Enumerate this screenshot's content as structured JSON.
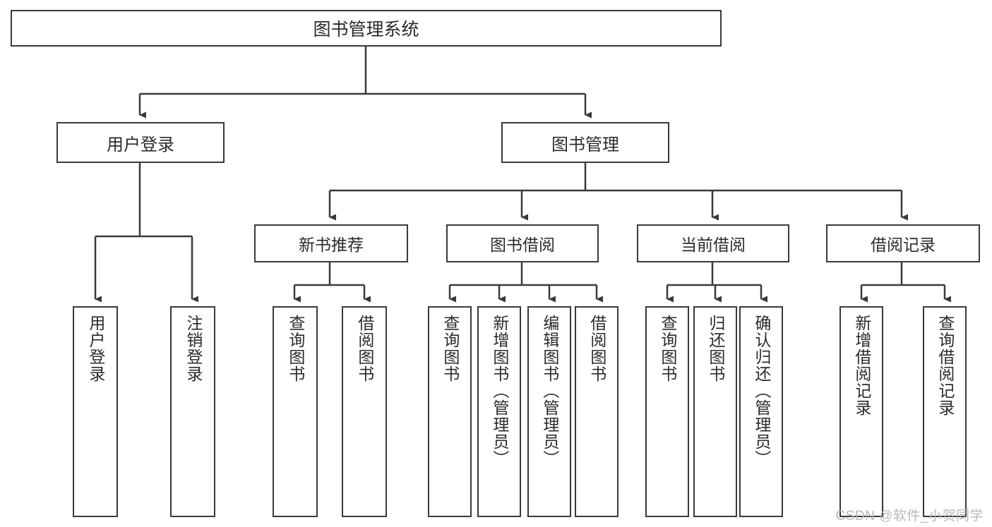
{
  "diagram": {
    "type": "tree",
    "title": "图书管理系统",
    "root": {
      "label": "图书管理系统"
    },
    "level1": [
      {
        "label": "用户登录"
      },
      {
        "label": "图书管理"
      }
    ],
    "level2": [
      {
        "label": "新书推荐"
      },
      {
        "label": "图书借阅"
      },
      {
        "label": "当前借阅"
      },
      {
        "label": "借阅记录"
      }
    ],
    "leaves": {
      "user_login": [
        {
          "label": "用户登录"
        },
        {
          "label": "注销登录"
        }
      ],
      "new_book_recommend": [
        {
          "label": "查询图书"
        },
        {
          "label": "借阅图书"
        }
      ],
      "book_borrow": [
        {
          "label": "查询图书"
        },
        {
          "label": "新增图书（管理员）"
        },
        {
          "label": "编辑图书（管理员）"
        },
        {
          "label": "借阅图书"
        }
      ],
      "current_borrow": [
        {
          "label": "查询图书"
        },
        {
          "label": "归还图书"
        },
        {
          "label": "确认归还（管理员）"
        }
      ],
      "borrow_records": [
        {
          "label": "新增借阅记录"
        },
        {
          "label": "查询借阅记录"
        }
      ]
    }
  },
  "watermark": {
    "text": "CSDN @软件_小贺同学"
  },
  "colors": {
    "border": "#3a3a3a",
    "text": "#2b2b2b",
    "background": "#ffffff",
    "watermark": "#b9b9b9"
  }
}
